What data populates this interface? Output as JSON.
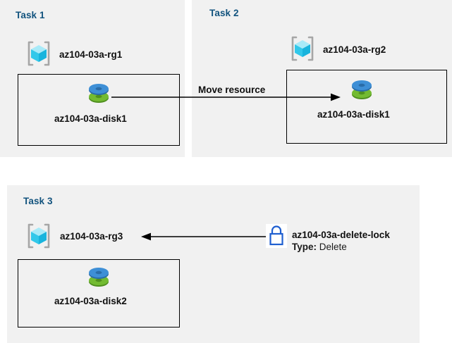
{
  "diagram": {
    "title_color": "#12537e",
    "panel_background": "#f1f1f1",
    "page_background": "#ffffff"
  },
  "panels": [
    {
      "id": "task1",
      "title": "Task 1",
      "resource_group": {
        "icon": "resource-group-icon",
        "label": "az104-03a-rg1"
      },
      "resource": {
        "icon": "disk-icon",
        "label": "az104-03a-disk1"
      }
    },
    {
      "id": "task2",
      "title": "Task 2",
      "resource_group": {
        "icon": "resource-group-icon",
        "label": "az104-03a-rg2"
      },
      "resource": {
        "icon": "disk-icon",
        "label": "az104-03a-disk1"
      }
    },
    {
      "id": "task3",
      "title": "Task 3",
      "resource_group": {
        "icon": "resource-group-icon",
        "label": "az104-03a-rg3"
      },
      "resource": {
        "icon": "disk-icon",
        "label": "az104-03a-disk2"
      },
      "lock": {
        "icon": "lock-icon",
        "name": "az104-03a-delete-lock",
        "type_key": "Type:",
        "type_value": "Delete"
      }
    }
  ],
  "connectors": {
    "move_resource": {
      "label": "Move resource",
      "direction": "right"
    },
    "lock_applies_to": {
      "label": "",
      "direction": "left"
    }
  },
  "colors": {
    "cube_top": "#a8eaf8",
    "cube_left": "#32c8ea",
    "cube_right": "#18b4dd",
    "bracket": "#a6a6a6",
    "disk_blue": "#3b8fd4",
    "disk_green": "#6cb22e",
    "lock_blue": "#1f5fd0",
    "arrow": "#000000",
    "title": "#12537e"
  }
}
